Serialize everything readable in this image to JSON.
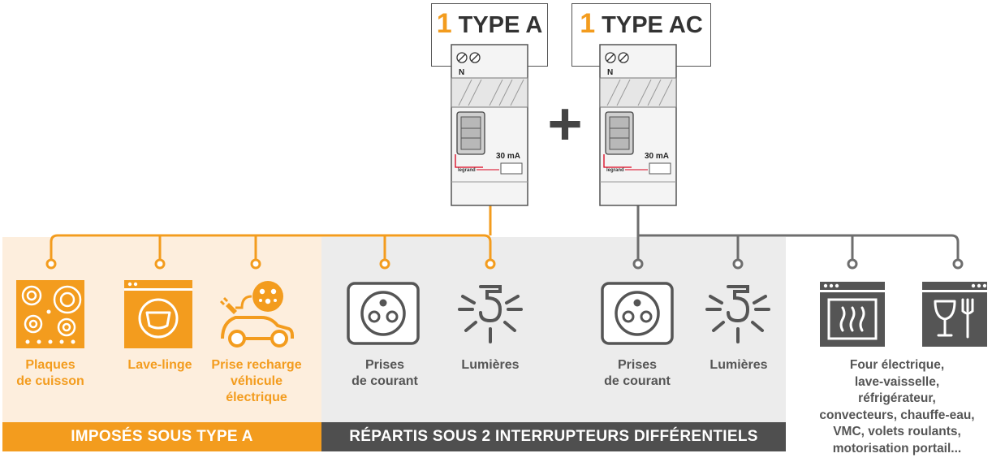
{
  "breakers": [
    {
      "count": "1",
      "type_label": "TYPE A",
      "rating": "30 mA",
      "brand": "legrand",
      "neutral": "N",
      "color": "#f39c1e"
    },
    {
      "count": "1",
      "type_label": "TYPE AC",
      "rating": "30 mA",
      "brand": "legrand",
      "neutral": "N",
      "color": "#606060"
    }
  ],
  "plus_sign": "+",
  "appliances_type_a": [
    {
      "label": "Plaques\nde cuisson",
      "icon": "hob-icon"
    },
    {
      "label": "Lave-linge",
      "icon": "washing-machine-icon"
    },
    {
      "label": "Prise recharge\nvéhicule\nélectrique",
      "icon": "ev-charger-icon"
    }
  ],
  "split_group_a": [
    {
      "label": "Prises\nde courant",
      "icon": "socket-icon"
    },
    {
      "label": "Lumières",
      "icon": "light-icon"
    }
  ],
  "split_group_ac": [
    {
      "label": "Prises\nde courant",
      "icon": "socket-icon"
    },
    {
      "label": "Lumières",
      "icon": "light-icon"
    }
  ],
  "other_appliances": {
    "label": "Four électrique,\nlave-vaisselle,\nréfrigérateur,\nconvecteurs, chauffe-eau,\nVMC, volets roulants,\nmotorisation portail...",
    "icons": [
      "oven-icon",
      "dishwasher-icon"
    ]
  },
  "bands": {
    "type_a": "IMPOSÉS SOUS TYPE A",
    "split": "RÉPARTIS SOUS 2 INTERRUPTEURS DIFFÉRENTIELS"
  },
  "colors": {
    "orange": "#f39c1e",
    "orange_light": "#fdeedd",
    "gray_light": "#ececec",
    "gray_dark": "#4f4f4f",
    "line_gray": "#6e6e6e"
  }
}
